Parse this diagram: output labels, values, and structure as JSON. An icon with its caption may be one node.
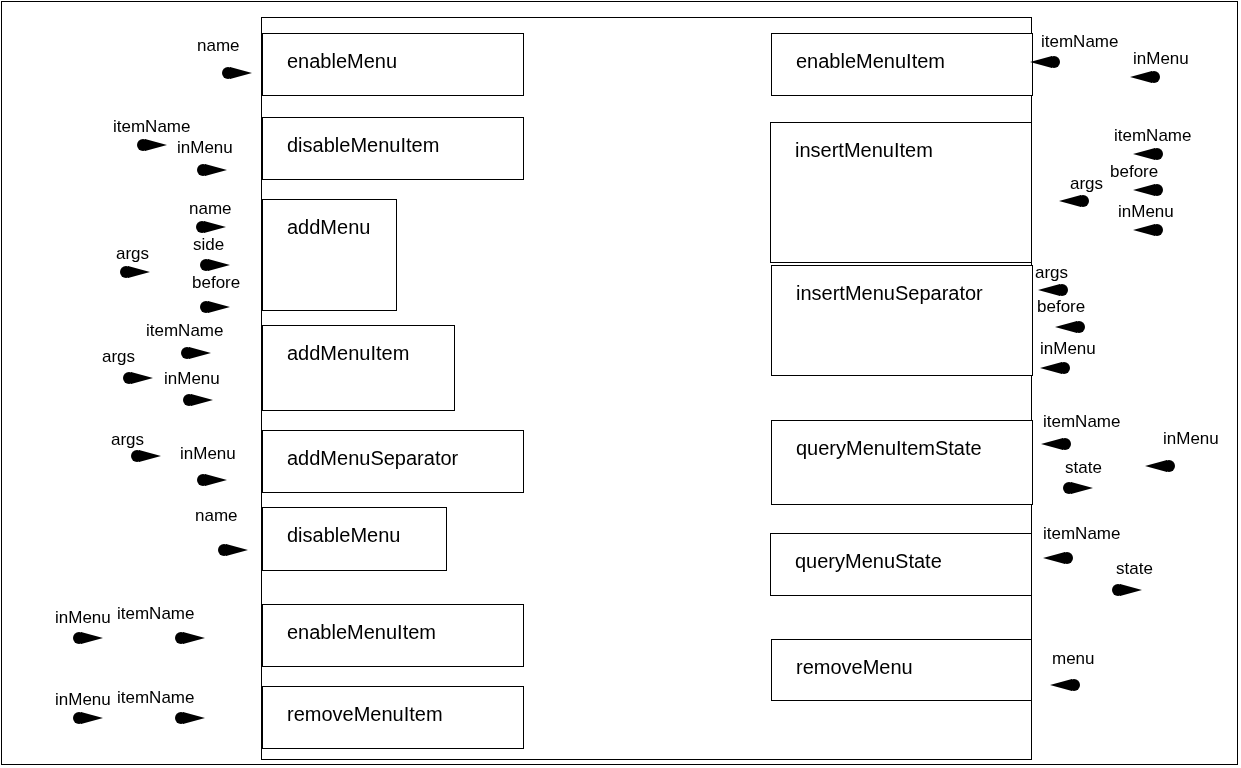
{
  "diagram": {
    "nodes": [
      {
        "text": [],
        "shape": "box"
      },
      {
        "text": [
          "enableMenu"
        ],
        "in": 0,
        "beside": [
          "name"
        ]
      },
      {
        "text": [
          "disableMenuItem"
        ],
        "in": 0,
        "beside": [
          "itemName",
          "inMenu"
        ]
      },
      {
        "text": [
          "addMenu"
        ],
        "in": 0,
        "beside": [
          "name",
          "args",
          "side",
          "before"
        ]
      },
      {
        "text": [
          "addMenuItem"
        ],
        "in": 0,
        "beside": [
          "itemName",
          "args",
          "inMenu"
        ]
      },
      {
        "text": [
          "addMenuSeparator"
        ],
        "in": 0,
        "beside": [
          "args",
          "inMenu"
        ]
      },
      {
        "text": [
          "disableMenu"
        ],
        "in": 0,
        "beside": [
          "name"
        ]
      },
      {
        "text": [
          "enableMenuItem"
        ],
        "in": 0,
        "beside": [
          "inMenu",
          "itemName"
        ]
      },
      {
        "text": [
          "removeMenuItem"
        ],
        "in": 0,
        "beside": [
          "inMenu",
          "itemName"
        ]
      },
      {
        "text": [
          "enableMenuItem"
        ],
        "in": 0,
        "beside": [
          "itemName",
          "inMenu"
        ]
      },
      {
        "text": [
          "insertMenuItem"
        ],
        "in": 0,
        "beside": [
          "itemName",
          "args",
          "before",
          "inMenu"
        ]
      },
      {
        "text": [
          "insertMenuSeparator"
        ],
        "in": 0,
        "beside": [
          "args",
          "before",
          "inMenu"
        ]
      },
      {
        "text": [
          "queryMenuItemState"
        ],
        "in": 0,
        "beside": [
          "itemName",
          "inMenu",
          "state"
        ]
      },
      {
        "text": [
          "queryMenuState"
        ],
        "in": 0,
        "beside": [
          "itemName",
          "state"
        ]
      },
      {
        "text": [
          "removeMenu"
        ],
        "in": 0,
        "beside": [
          "menu"
        ]
      }
    ],
    "edges": []
  }
}
